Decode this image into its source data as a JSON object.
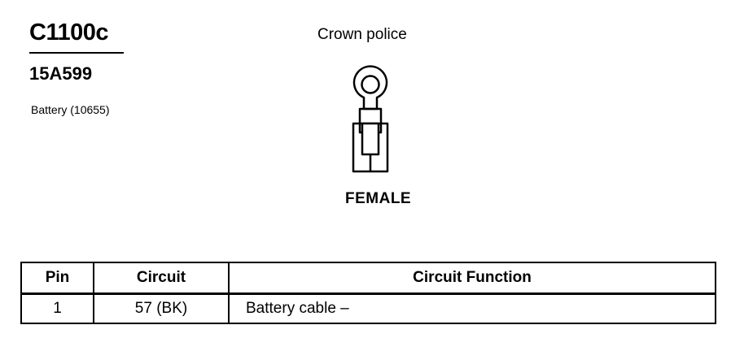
{
  "header": {
    "connector_id": "C1100c",
    "part_number": "15A599",
    "component": "Battery (10655)"
  },
  "diagram": {
    "vehicle": "Crown police",
    "gender": "FEMALE",
    "icon": "ring-terminal-icon"
  },
  "table": {
    "headers": [
      "Pin",
      "Circuit",
      "Circuit Function"
    ],
    "rows": [
      [
        "1",
        "57 (BK)",
        "Battery cable –"
      ]
    ]
  }
}
